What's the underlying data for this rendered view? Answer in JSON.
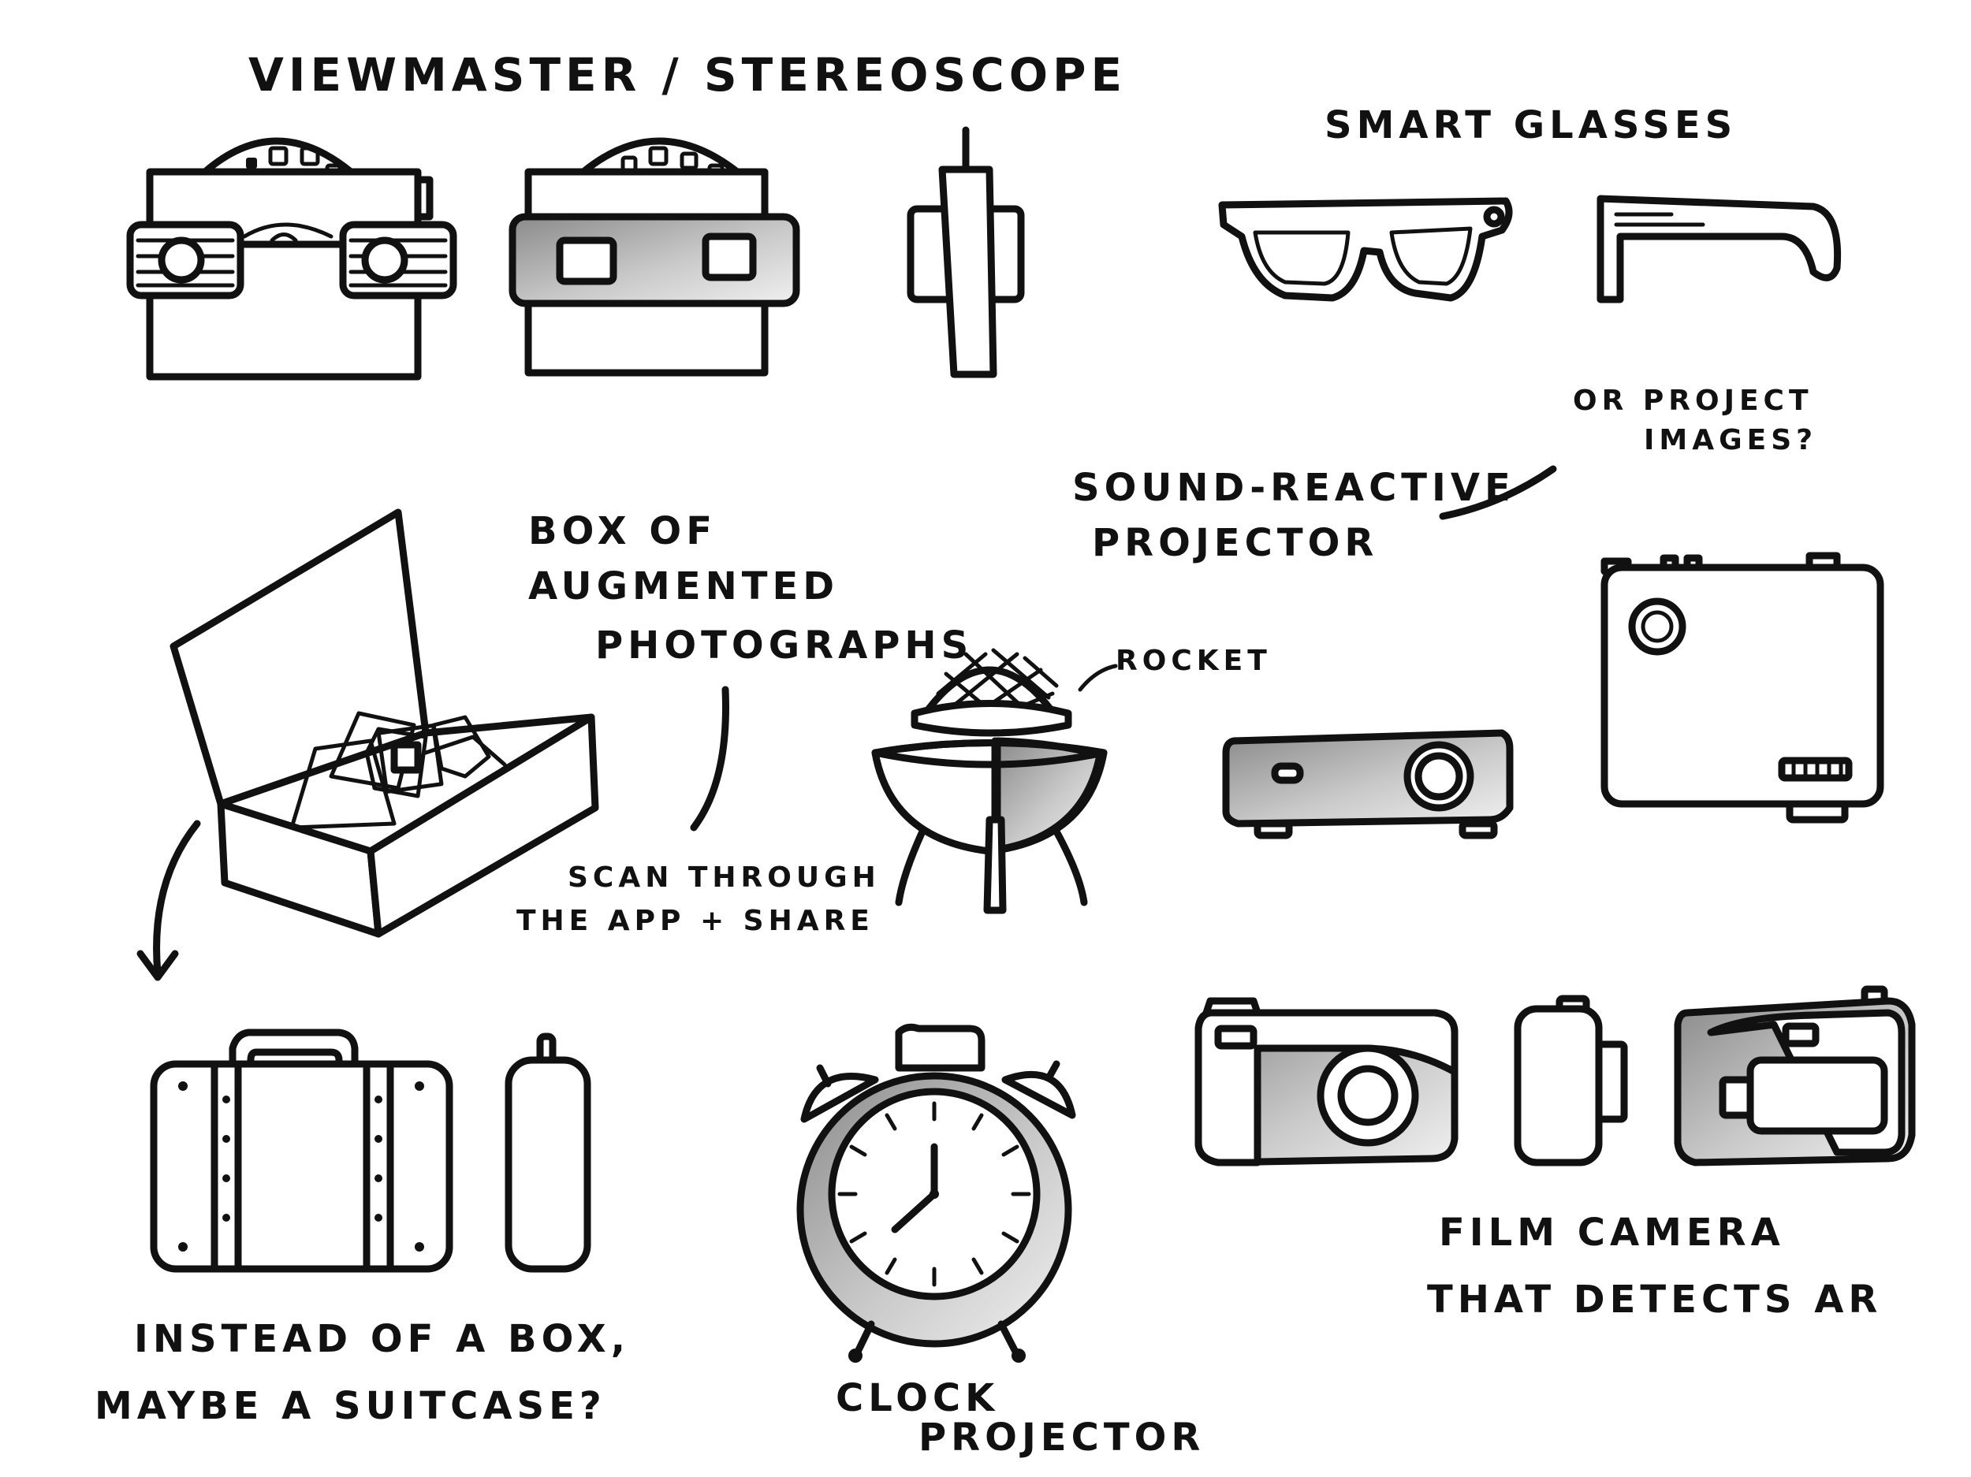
{
  "labels": {
    "viewmaster": "VIEWMASTER / STEREOSCOPE",
    "smart_glasses": "SMART   GLASSES",
    "or_project_1": "OR  PROJECT",
    "or_project_2": "IMAGES?",
    "sound_reactive_1": "SOUND-REACTIVE",
    "sound_reactive_2": "PROJECTOR",
    "box_of_1": "BOX OF",
    "box_of_2": "AUGMENTED",
    "box_of_3": "PHOTOGRAPHS",
    "rocket": "ROCKET",
    "scan_1": "SCAN   THROUGH",
    "scan_2": "THE APP + SHARE",
    "suitcase_1": "INSTEAD OF A BOX,",
    "suitcase_2": "MAYBE A  SUITCASE?",
    "clock_1": "CLOCK",
    "clock_2": "PROJECTOR",
    "film_1": "FILM   CAMERA",
    "film_2": "THAT  DETECTS  AR"
  }
}
